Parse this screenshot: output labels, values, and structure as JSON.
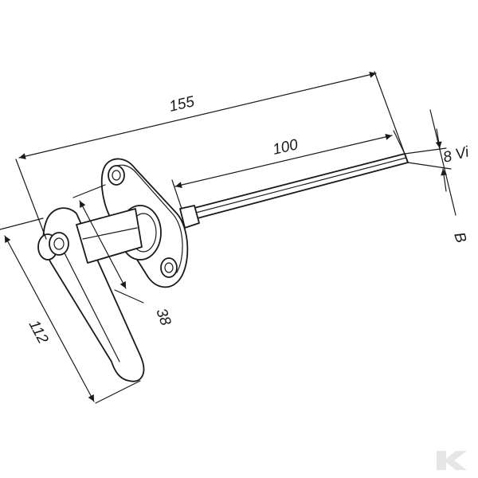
{
  "drawing": {
    "dimensions": {
      "overall_length": "155",
      "shaft_length": "100",
      "square_size": "8 Vi",
      "handle_length": "112",
      "flange_hole_spacing": "38",
      "detail_letter": "B"
    },
    "logo": {
      "text": "K",
      "color": "#e6e6e6"
    },
    "line_color": "#1a1a1a"
  }
}
